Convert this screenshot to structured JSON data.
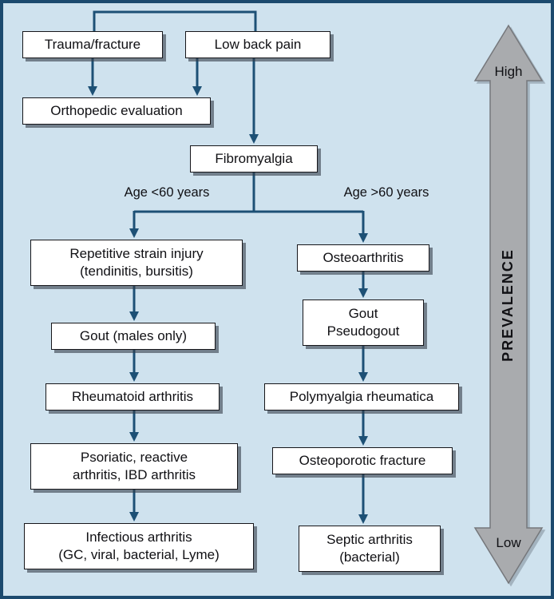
{
  "flowchart": {
    "nodes": {
      "trauma_fracture": "Trauma/fracture",
      "low_back_pain": "Low back pain",
      "orthopedic_evaluation": "Orthopedic evaluation",
      "fibromyalgia": "Fibromyalgia",
      "age_under_60": "Age <60 years",
      "age_over_60": "Age >60 years",
      "repetitive_strain": "Repetitive strain injury\n(tendinitis, bursitis)",
      "osteoarthritis": "Osteoarthritis",
      "gout_males": "Gout (males only)",
      "gout_pseudogout": "Gout\nPseudogout",
      "rheumatoid": "Rheumatoid arthritis",
      "polymyalgia": "Polymyalgia rheumatica",
      "psoriatic": "Psoriatic, reactive\narthritis, IBD arthritis",
      "osteoporotic": "Osteoporotic fracture",
      "infectious": "Infectious arthritis\n(GC, viral, bacterial, Lyme)",
      "septic": "Septic arthritis\n(bacterial)"
    },
    "prevalence_axis": {
      "label": "PREVALENCE",
      "top": "High",
      "bottom": "Low"
    },
    "colors": {
      "background": "#cfe2ee",
      "frame_border": "#1c4a6e",
      "arrow": "#1d5075",
      "box_fill": "#ffffff",
      "box_border": "#16161a",
      "axis_gray": "#a9abae",
      "axis_outline": "#75777b"
    }
  }
}
